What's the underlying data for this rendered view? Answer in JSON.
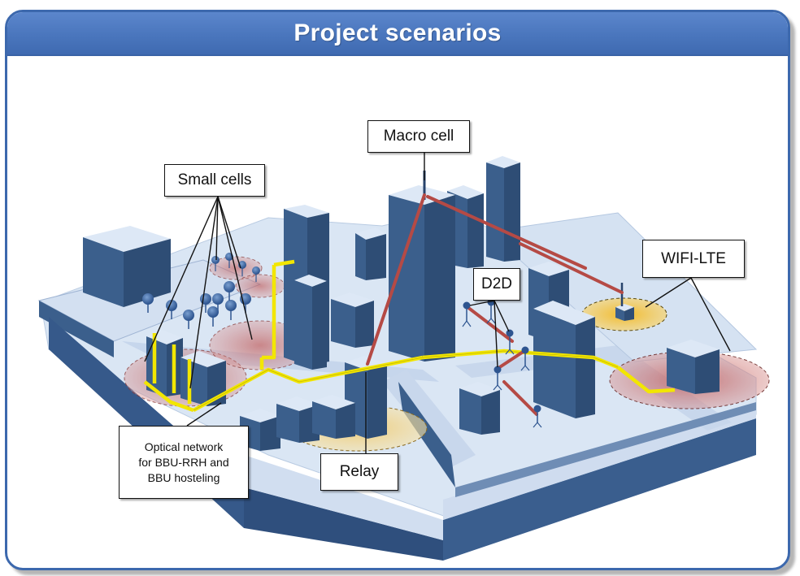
{
  "slide": {
    "title": "Project scenarios"
  },
  "labels": {
    "macro_cell": "Macro cell",
    "small_cells": "Small cells",
    "wifi_lte": "WIFI-LTE",
    "d2d": "D2D",
    "relay": "Relay",
    "optical_line1": "Optical network",
    "optical_line2": "for BBU-RRH and",
    "optical_line3": "BBU hosteling"
  },
  "colors": {
    "title_bar": "#4a76bd",
    "frame_border": "#3c68ad",
    "building_front": "#3b5f8c",
    "building_side": "#2e4d75",
    "building_top": "#dde8f6",
    "ground_top": "#d6e3f3",
    "optical_link": "#f2e600",
    "wireless_link": "#b54a45",
    "small_cell_zone": "#c97b78",
    "wifi_zone": "#f4c23d",
    "relay_zone": "#f6d57a"
  }
}
